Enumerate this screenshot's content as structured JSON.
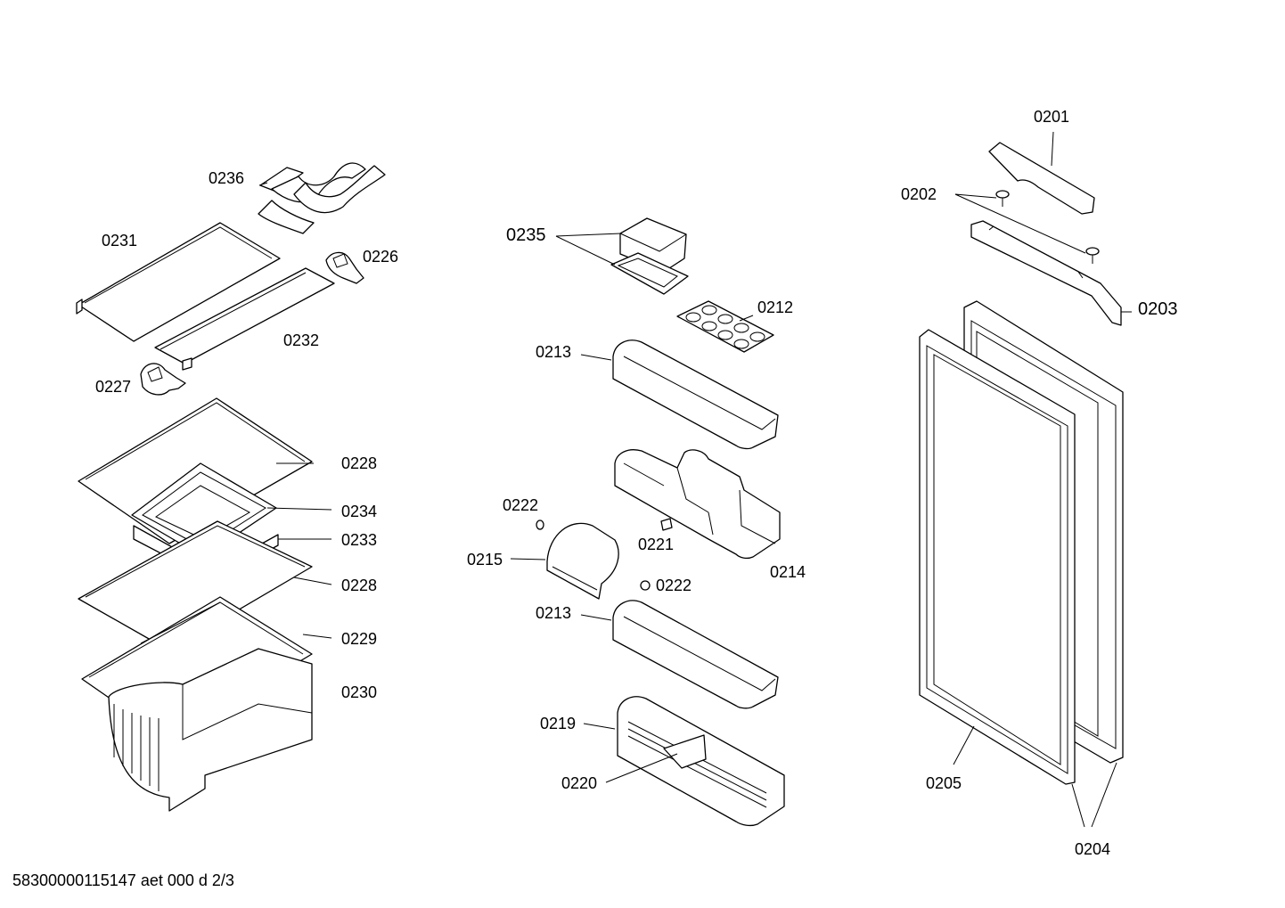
{
  "footer": {
    "doc_code": "58300000115147 aet 000 d 2/3"
  },
  "labels": {
    "p0201": "0201",
    "p0202": "0202",
    "p0203": "0203",
    "p0204": "0204",
    "p0205": "0205",
    "p0212": "0212",
    "p0213a": "0213",
    "p0213b": "0213",
    "p0214": "0214",
    "p0215": "0215",
    "p0219": "0219",
    "p0220": "0220",
    "p0221": "0221",
    "p0222a": "0222",
    "p0222b": "0222",
    "p0226": "0226",
    "p0227": "0227",
    "p0228a": "0228",
    "p0228b": "0228",
    "p0229": "0229",
    "p0230": "0230",
    "p0231": "0231",
    "p0232": "0232",
    "p0233": "0233",
    "p0234": "0234",
    "p0235": "0235",
    "p0236": "0236"
  }
}
